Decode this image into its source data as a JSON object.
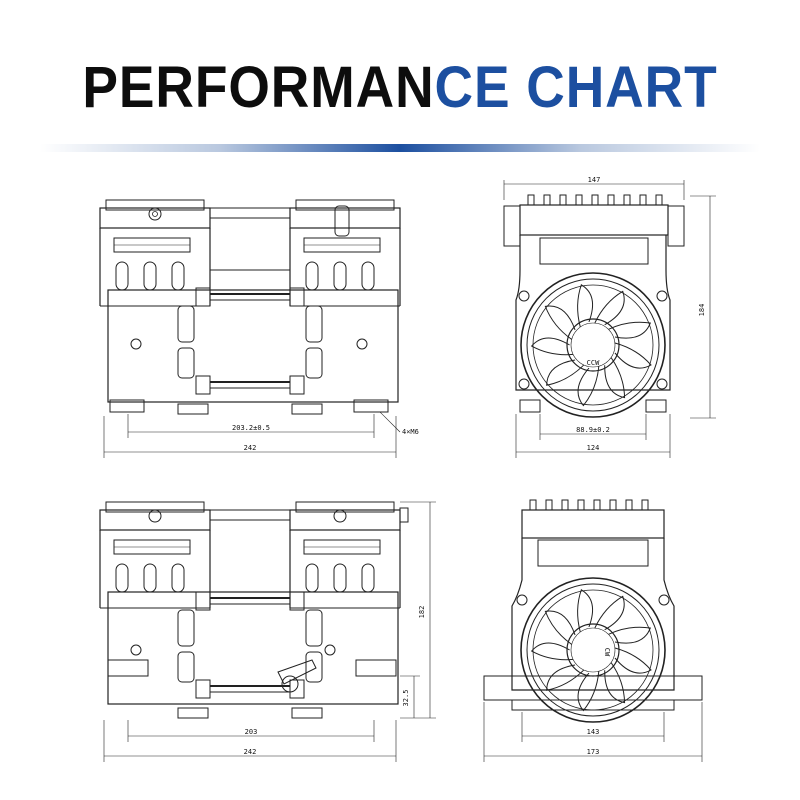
{
  "header": {
    "title_part1": "PERFORMAN",
    "title_part2": "CE CHART"
  },
  "views": {
    "front_top": {
      "dims": {
        "mount_spacing": "203.2±0.5",
        "thread": "4×M6",
        "total_length": "242"
      }
    },
    "side_top": {
      "dims": {
        "width_top": "147",
        "height": "184",
        "mount_spacing": "88.9±0.2",
        "base_width": "124"
      },
      "rotation": "CCW"
    },
    "front_bottom": {
      "dims": {
        "height": "182",
        "foot_height": "32.5",
        "mount_spacing": "203",
        "total_length": "242"
      }
    },
    "side_bottom": {
      "dims": {
        "mount_spacing": "143",
        "base_width": "173"
      },
      "rotation": "CW"
    }
  },
  "colors": {
    "title_dark": "#0d0d0d",
    "title_blue": "#1c4fa0",
    "line": "#222222"
  }
}
